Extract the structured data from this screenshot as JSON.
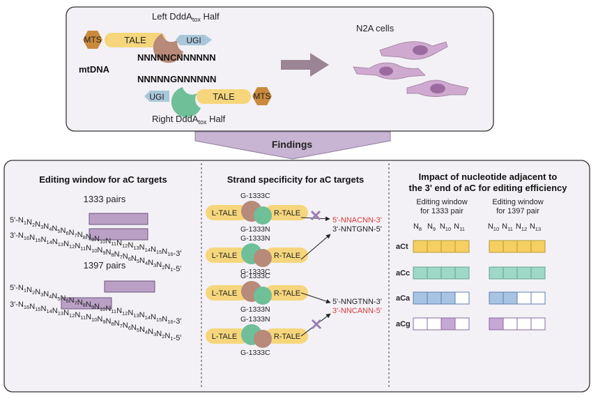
{
  "top": {
    "left_half_label": "Left DddA",
    "left_half_sub": "tox",
    "left_half_suffix": " Half",
    "right_half_label": "Right DddA",
    "right_half_sub": "tox",
    "right_half_suffix": " Half",
    "mts": "MTS",
    "tale": "TALE",
    "ugi": "UGI",
    "seq_top": "NNNNNCNNNNNN",
    "seq_bottom": "NNNNNGNNNNNN",
    "mtdna": "mtDNA",
    "cells": "N2A cells"
  },
  "findings_label": "Findings",
  "panel1": {
    "title": "Editing window for aC targets",
    "pair1": "1333 pairs",
    "pair2": "1397 pairs",
    "row1": [
      [
        "5'-",
        ""
      ],
      [
        "N",
        "1"
      ],
      [
        "N",
        "2"
      ],
      [
        "N",
        "3"
      ],
      [
        "N",
        "4"
      ],
      [
        "N",
        "5"
      ],
      [
        "N",
        "6"
      ],
      [
        "N",
        "7"
      ],
      [
        "N",
        "8"
      ],
      [
        "N",
        "9"
      ],
      [
        "N",
        "10"
      ],
      [
        "N",
        "11"
      ],
      [
        "N",
        "12"
      ],
      [
        "N",
        "13"
      ],
      [
        "N",
        "14"
      ],
      [
        "N",
        "15"
      ],
      [
        "N",
        "16"
      ],
      [
        "-3'",
        ""
      ]
    ],
    "row2": [
      [
        "3'-",
        ""
      ],
      [
        "N",
        "16"
      ],
      [
        "N",
        "15"
      ],
      [
        "N",
        "14"
      ],
      [
        "N",
        "13"
      ],
      [
        "N",
        "12"
      ],
      [
        "N",
        "11"
      ],
      [
        "N",
        "10"
      ],
      [
        "N",
        "9"
      ],
      [
        "N",
        "8"
      ],
      [
        "N",
        "7"
      ],
      [
        "N",
        "6"
      ],
      [
        "N",
        "5"
      ],
      [
        "N",
        "4"
      ],
      [
        "N",
        "3"
      ],
      [
        "N",
        "2"
      ],
      [
        "N",
        "1"
      ],
      [
        "-5'",
        ""
      ]
    ],
    "row3": [
      [
        "5'-",
        ""
      ],
      [
        "N",
        "1"
      ],
      [
        "N",
        "2"
      ],
      [
        "N",
        "3"
      ],
      [
        "N",
        "4"
      ],
      [
        "N",
        "5"
      ],
      [
        "N",
        "6"
      ],
      [
        "N",
        "7"
      ],
      [
        "N",
        "8"
      ],
      [
        "N",
        "9"
      ],
      [
        "N",
        "10"
      ],
      [
        "N",
        "11"
      ],
      [
        "N",
        "12"
      ],
      [
        "N",
        "13"
      ],
      [
        "N",
        "14"
      ],
      [
        "N",
        "15"
      ],
      [
        "N",
        "16"
      ],
      [
        "-3'",
        ""
      ]
    ],
    "row4": [
      [
        "3'-",
        ""
      ],
      [
        "N",
        "16"
      ],
      [
        "N",
        "15"
      ],
      [
        "N",
        "14"
      ],
      [
        "N",
        "13"
      ],
      [
        "N",
        "12"
      ],
      [
        "N",
        "11"
      ],
      [
        "N",
        "10"
      ],
      [
        "N",
        "9"
      ],
      [
        "N",
        "8"
      ],
      [
        "N",
        "7"
      ],
      [
        "N",
        "6"
      ],
      [
        "N",
        "5"
      ],
      [
        "N",
        "4"
      ],
      [
        "N",
        "3"
      ],
      [
        "N",
        "2"
      ],
      [
        "N",
        "1"
      ],
      [
        "-5'",
        ""
      ]
    ]
  },
  "panel2": {
    "title": "Strand specificity for aC targets",
    "l_tale": "L-TALE",
    "r_tale": "R-TALE",
    "g1333c": "G-1333C",
    "g1333n": "G-1333N",
    "seq1a": "5'-NNACNN-3'",
    "seq1b": "3'-NNTGNN-5'",
    "seq2a": "5'-NNGTNN-3'",
    "seq2b": "3'-NNCANN-5'"
  },
  "panel3": {
    "title_line1": "Impact of nucleotide adjacent to",
    "title_line2": "the 3' end of aC for editing efficiency",
    "win1_line1": "Editing window",
    "win1_line2": "for 1333 pair",
    "win2_line1": "Editing window",
    "win2_line2": "for 1397 pair",
    "cols1": [
      [
        "N",
        "8"
      ],
      [
        "N",
        "9"
      ],
      [
        "N",
        "10"
      ],
      [
        "N",
        "11"
      ]
    ],
    "cols2": [
      [
        "N",
        "10"
      ],
      [
        "N",
        "11"
      ],
      [
        "N",
        "12"
      ],
      [
        "N",
        "13"
      ]
    ],
    "rows": [
      {
        "label": "aCt",
        "color": "#f5cf62",
        "border": "#b89a30",
        "left": [
          1,
          1,
          1,
          1
        ],
        "right": [
          1,
          1,
          1,
          1
        ]
      },
      {
        "label": "aCc",
        "color": "#9fd8c6",
        "border": "#5fa58e",
        "left": [
          1,
          1,
          1,
          1
        ],
        "right": [
          1,
          1,
          1,
          1
        ]
      },
      {
        "label": "aCa",
        "color": "#a9c3e3",
        "border": "#5d7fae",
        "left": [
          1,
          1,
          1,
          0
        ],
        "right": [
          1,
          1,
          0,
          0
        ]
      },
      {
        "label": "aCg",
        "color": "#c6a8d6",
        "border": "#8a68a0",
        "left": [
          0,
          0,
          1,
          0
        ],
        "right": [
          1,
          0,
          0,
          0
        ]
      }
    ]
  },
  "colors": {
    "mts": "#c98a3b",
    "tale": "#f6d67c",
    "ugi": "#a9c7d8",
    "deaminase_brown": "#b88a79",
    "deaminase_green": "#6fbf98",
    "arrow": "#9b8494",
    "findings_box": "#c8b4d3",
    "highlight": "#b9a0c4",
    "red": "#d83a3a",
    "cell": "#cfa9cf",
    "nucleus": "#9b6b9f"
  }
}
